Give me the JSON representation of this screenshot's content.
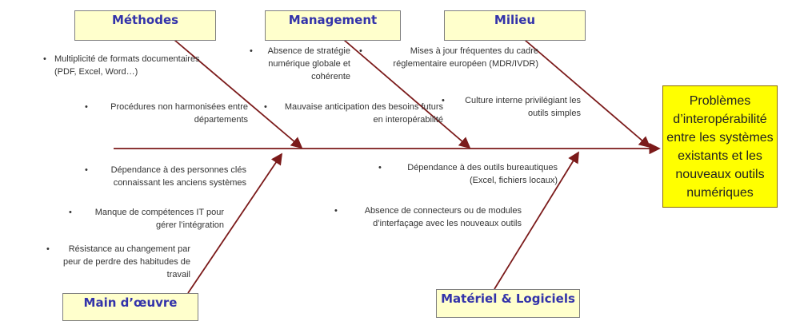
{
  "categories": {
    "methodes": "Méthodes",
    "management": "Management",
    "milieu": "Milieu",
    "main_oeuvre": "Main d’œuvre",
    "materiel": "Matériel & Logiciels"
  },
  "effect": "Problèmes d’interopérabilité entre les systèmes existants et les nouveaux outils numériques",
  "causes": {
    "methodes": [
      "Multiplicité de formats documentaires (PDF, Excel, Word…)",
      "Procédures non harmonisées entre départements"
    ],
    "management": [
      "Absence de stratégie numérique globale et cohérente",
      "Mauvaise anticipation des besoins futurs en interopérabilité"
    ],
    "milieu": [
      "Mises à jour fréquentes du cadre réglementaire européen (MDR/IVDR)",
      "Culture interne privilégiant les outils simples"
    ],
    "main_oeuvre": [
      "Dépendance à des personnes clés connaissant les anciens systèmes",
      "Manque de compétences IT pour gérer l’intégration",
      "Résistance au changement par peur de perdre des habitudes de travail"
    ],
    "materiel": [
      "Dépendance à des outils bureautiques (Excel, fichiers locaux)",
      "Absence de connecteurs ou de modules d’interfaçage avec les nouveaux outils"
    ]
  },
  "colors": {
    "arrow": "#7b1a1a",
    "category_fill": "#ffffcc",
    "category_text": "#3333aa",
    "effect_fill": "#ffff00"
  }
}
